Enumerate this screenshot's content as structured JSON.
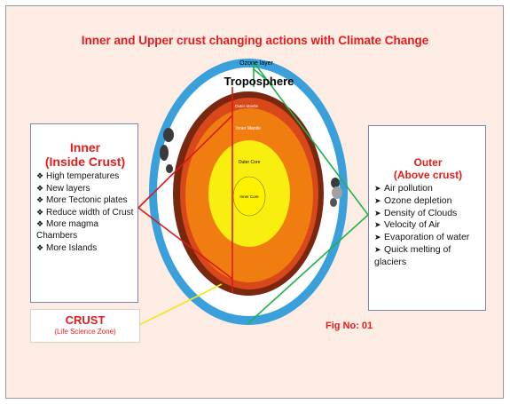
{
  "title": "Inner and Upper crust changing actions with Climate Change",
  "diagram": {
    "ozone_label": "Ozone layer",
    "troposphere_label": "Troposphere",
    "layers": {
      "outer_mantle": "Outer Mantle",
      "inner_mantle": "Inner Mantle",
      "outer_core": "Outer Core",
      "inner_core": "Inner Core"
    }
  },
  "inner_box": {
    "heading_1": "Inner",
    "heading_2": "(Inside Crust)",
    "bullet": "❖",
    "items": [
      "High temperatures",
      "New layers",
      "More Tectonic plates",
      "Reduce width of Crust",
      "More magma Chambers",
      "More Islands"
    ]
  },
  "outer_box": {
    "heading_1": "Outer",
    "heading_2": "(Above crust)",
    "bullet": "➤",
    "items": [
      "Air pollution",
      "Ozone depletion",
      "Density of Clouds",
      "Velocity of Air",
      "Evaporation of water",
      "Quick melting of glaciers"
    ]
  },
  "crust_box": {
    "title": "CRUST",
    "subtitle": "(Life Science Zone)"
  },
  "figure_label": "Fig No: 01",
  "colors": {
    "title_red": "#e41c1c",
    "ozone_blue": "#3aa0dc",
    "crust_brown": "#7a2710",
    "mantle_orange": "#f07d10",
    "core_yellow": "#f8ee10",
    "inner_core_yellow": "#fff200",
    "connector_green": "#22b04a",
    "connector_red": "#e01818",
    "connector_yellow": "#f2e81a"
  }
}
